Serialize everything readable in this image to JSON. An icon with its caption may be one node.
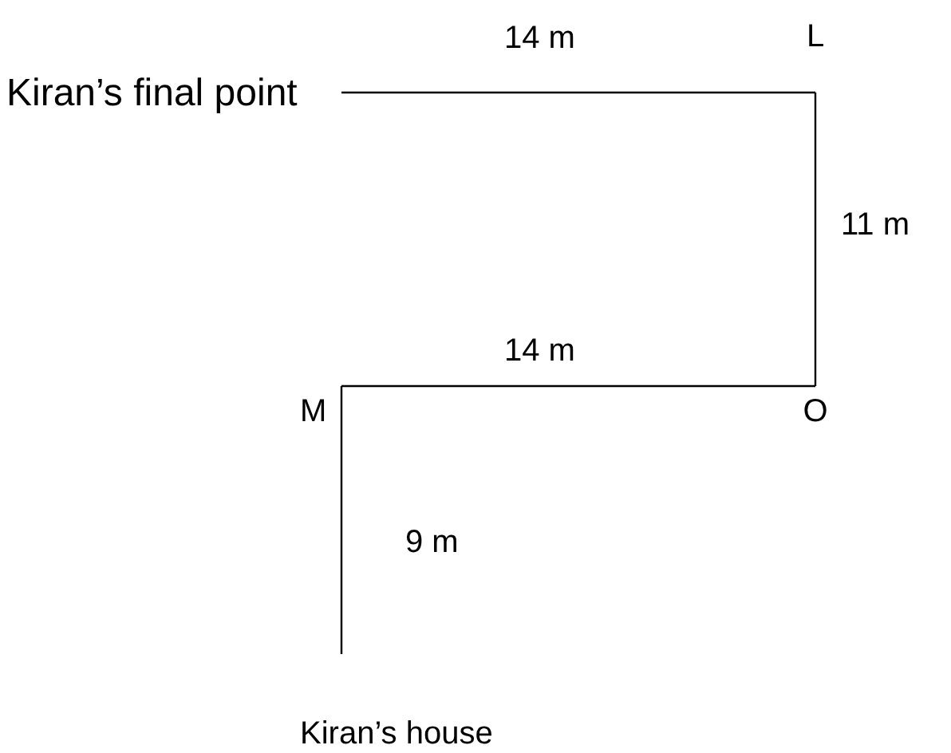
{
  "diagram": {
    "nodes": [
      {
        "text": [
          "Kiran’s house"
        ]
      },
      {
        "text": [
          "M"
        ]
      },
      {
        "text": [
          "O"
        ]
      },
      {
        "text": [
          "L"
        ]
      },
      {
        "text": [
          "Kiran’s final point"
        ]
      }
    ],
    "edges": [
      {
        "from": 0,
        "to": 1,
        "arrow": "none",
        "label": "9 m"
      },
      {
        "from": 1,
        "to": 2,
        "arrow": "none",
        "label": "14 m"
      },
      {
        "from": 2,
        "to": 3,
        "arrow": "none",
        "label": "11 m"
      },
      {
        "from": 3,
        "to": 4,
        "arrow": "none",
        "label": "14 m"
      }
    ]
  }
}
